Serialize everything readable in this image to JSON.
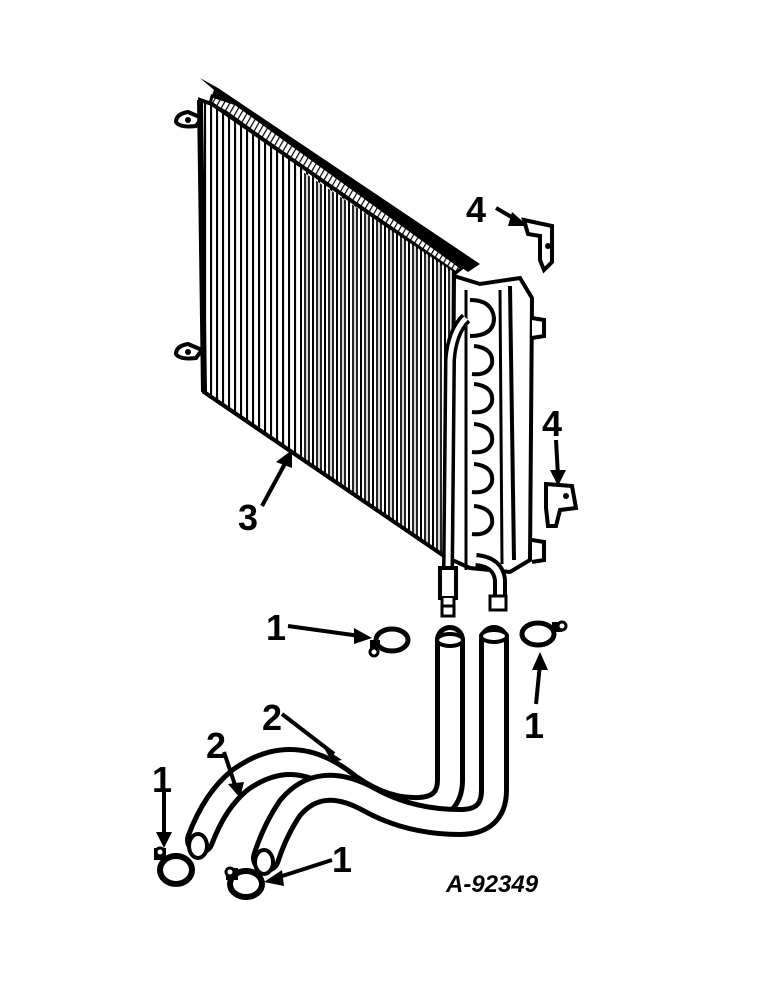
{
  "diagram": {
    "reference_code": "A-92349",
    "callouts": {
      "clamp_left_upper": "1",
      "clamp_right": "1",
      "clamp_bottom_left": "1",
      "clamp_bottom_mid": "1",
      "hose_upper": "2",
      "hose_lower": "2",
      "cooler": "3",
      "bracket_top": "4",
      "bracket_side": "4"
    },
    "parts": [
      "oil-cooler",
      "hose",
      "hose",
      "hose-clamp",
      "hose-clamp",
      "hose-clamp",
      "hose-clamp",
      "bracket",
      "bracket"
    ]
  }
}
